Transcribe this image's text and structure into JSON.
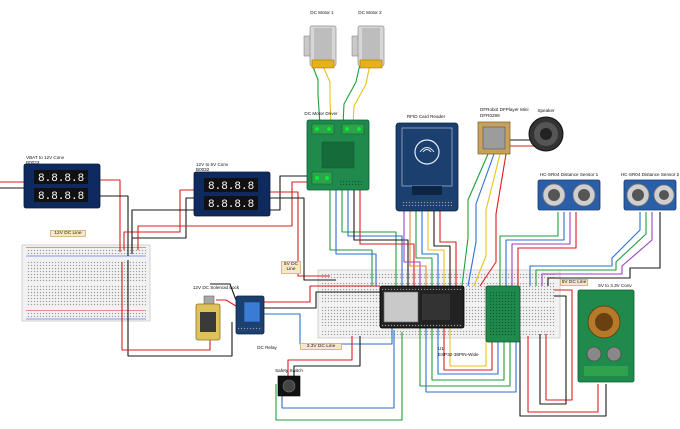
{
  "components": {
    "motor1": {
      "title": "DC Motor 1"
    },
    "motor2": {
      "title": "DC Motor 2"
    },
    "motor_driver": {
      "title": "DC Motor Driver"
    },
    "rfid": {
      "title": "RFID Card Reader"
    },
    "dfplayer": {
      "title": "DFRobot DFPlayer Mini",
      "subtitle": "DFR0299"
    },
    "speaker": {
      "title": "Speaker"
    },
    "vbat_conv": {
      "title": "VBAT to 12V Conv",
      "subtitle": "B0033"
    },
    "conv_12_5": {
      "title": "12V to 5V Conv",
      "subtitle": "B0032"
    },
    "hc_sr04_1": {
      "title": "HC-SR04 Distance Sensor 1"
    },
    "hc_sr04_2": {
      "title": "HC-SR04 Distance Sensor 2"
    },
    "solenoid": {
      "title": "12V DC Solenoid Lock"
    },
    "relay": {
      "title": "DC Relay"
    },
    "esp32": {
      "title": "U1",
      "subtitle": "ESP32-38PIN-Wide"
    },
    "safety_switch": {
      "title": "Safety Switch"
    },
    "conv_5_33": {
      "title": "5V to 3.3V Conv"
    }
  },
  "rail_tags": {
    "line_12v": "12V DC Line",
    "line_5v_a": "5V DC Line",
    "line_5v_b": "5V DC Line",
    "line_33v": "3.3V DC Line"
  },
  "colors": {
    "wire_red": "#d81e1e",
    "wire_black": "#1a1a1a",
    "wire_blue": "#2a6fd6",
    "wire_green": "#1e9e3a",
    "wire_yellow": "#e8c21a",
    "wire_purple": "#9b3fc4",
    "wire_orange": "#e68a1e",
    "wire_brown": "#7a3b12",
    "board_green": "#1f8a4c",
    "board_blue": "#1b3f6e",
    "tag_fill": "#f7e6c9"
  }
}
